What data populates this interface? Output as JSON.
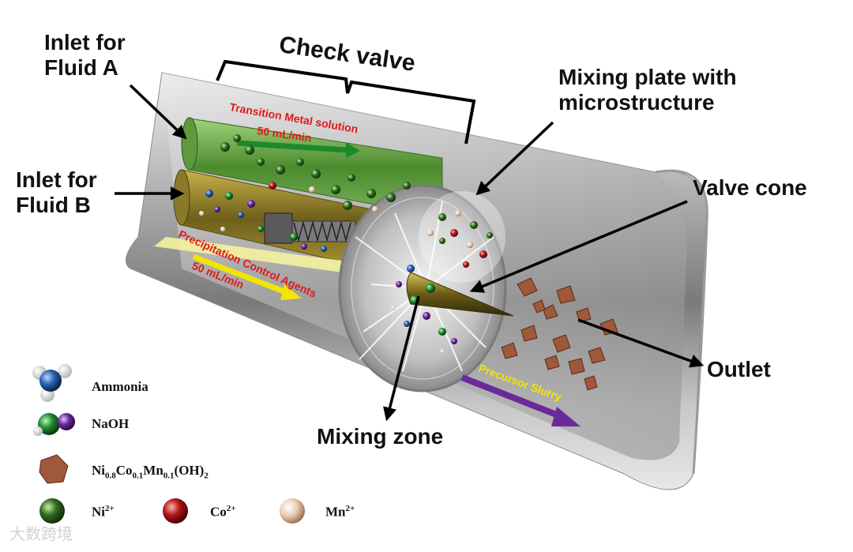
{
  "labels": {
    "inlet_a": [
      "Inlet for",
      "Fluid A"
    ],
    "inlet_b": [
      "Inlet for",
      "Fluid B"
    ],
    "check_valve": "Check valve",
    "mixing_plate": [
      "Mixing plate with",
      "microstructure"
    ],
    "valve_cone": "Valve cone",
    "mixing_zone": "Mixing zone",
    "outlet": "Outlet"
  },
  "tube_text": {
    "fluid_a_solution": "Transition Metal solution",
    "fluid_a_rate": "50 mL/min",
    "fluid_b_agents": "Precipitation Control Agents",
    "fluid_b_rate": "50 mL/min",
    "slurry": "Precursor Slurry"
  },
  "legend": {
    "ammonia": "Ammonia",
    "naoh": "NaOH",
    "precursor": {
      "base": "Ni",
      "s1": "0.8",
      "co": "Co",
      "s2": "0.1",
      "mn": "Mn",
      "s3": "0.1",
      "tail": "(OH)",
      "s4": "2"
    },
    "ni": {
      "base": "Ni",
      "sup": "2+"
    },
    "co": {
      "base": "Co",
      "sup": "2+"
    },
    "mn": {
      "base": "Mn",
      "sup": "2+"
    }
  },
  "watermark": "大数跨境",
  "colors": {
    "ni": "#2f6a1e",
    "co": "#b0141a",
    "mn": "#e9cbb0",
    "ammonia": "#2a5fb0",
    "naoh_green": "#1f8a2e",
    "naoh_purple": "#6a2a9a",
    "particle": "#a0583a",
    "fluid_a_arrow": "#1c8a2a",
    "fluid_b_arrow": "#f2e600",
    "slurry_arrow": "#6a2a9a",
    "tube_text_red": "#e01a1a",
    "slurry_text": "#f2e600"
  }
}
